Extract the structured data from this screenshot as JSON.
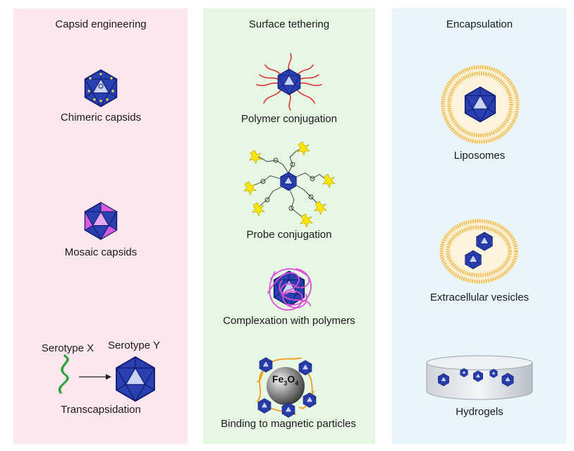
{
  "panels": {
    "capsid_engineering": {
      "title": "Capsid engineering",
      "items": {
        "chimeric": "Chimeric capsids",
        "mosaic": "Mosaic capsids",
        "transcapsidation": "Transcapsidation"
      },
      "serotype_x": "Serotype X",
      "serotype_y": "Serotype Y"
    },
    "surface_tethering": {
      "title": "Surface tethering",
      "items": {
        "polymer": "Polymer conjugation",
        "probe": "Probe conjugation",
        "complexation": "Complexation with polymers",
        "magnetic": "Binding to magnetic particles"
      },
      "fe3o4": {
        "fe": "Fe",
        "sub3": "3",
        "o": "O",
        "sub4": "4"
      }
    },
    "encapsulation": {
      "title": "Encapsulation",
      "items": {
        "liposomes": "Liposomes",
        "extracellular": "Extracellular vesicles",
        "hydrogels": "Hydrogels"
      }
    }
  },
  "colors": {
    "panel1_bg": "#fde7ef",
    "panel2_bg": "#e6f8e4",
    "panel3_bg": "#e8f6fc",
    "capsid_dark": "#2a3fb0",
    "capsid_light": "#c9d2f7",
    "mosaic_pink": "#d85ae0",
    "polymer_red": "#e02a2a",
    "probe_yellow": "#ffe600",
    "complex_magenta": "#d94fd6",
    "magnetic_orange": "#f39a1c",
    "lipid_orange": "#f2b64c",
    "serotype_green": "#2e9a3e"
  }
}
